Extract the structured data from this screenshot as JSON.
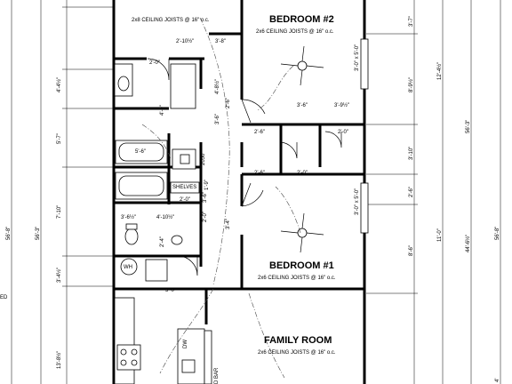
{
  "rooms": {
    "bedroom2": {
      "name": "BEDROOM #2",
      "joists": "2x6 CEILING JOISTS @ 16\" o.c."
    },
    "bedroom1": {
      "name": "BEDROOM #1",
      "joists": "2x6 CEILING JOISTS @ 16\" o.c."
    },
    "family": {
      "name": "FAMILY ROOM",
      "joists": "2x6 CEILING JOISTS @ 16\" o.c."
    },
    "top_left_joists": "2x8 CEILING JOISTS @ 16\" o.c."
  },
  "labels": {
    "shelves": "SHELVES",
    "wh": "WH",
    "dw": "DW",
    "bar": "D BAR",
    "fixture_2050": "2050",
    "window_1": "3'-0\" x 5'-0\"",
    "window_2": "3'-0\" x 5'-0\"",
    "edge_text": "ED"
  },
  "dims": {
    "d_2_10": "2'-10½\"",
    "d_3_8": "3'-8\"",
    "d_2_0a": "2'-0\"",
    "d_4_8": "4'-8½\"",
    "d_4_0": "4'-0\"",
    "d_2_6a": "2'-6\"",
    "d_3_6": "3'-6\"",
    "d_3_9": "3'-9½\"",
    "d_2_6b": "2'-6\"",
    "d_2_0b": "2'-0\"",
    "d_5_6": "5'-6\"",
    "d_3_6b": "3'-6\"",
    "d_1_9": "1'-9\"",
    "d_2_6c": "2'-6\"",
    "d_2_0c": "2'-0\"",
    "d_2_0d": "2'-0\"",
    "d_3_6c": "3'-6½\"",
    "d_4_10": "4'-10½\"",
    "d_2_4": "2'-4\"",
    "d_2_0e": "2'-0\"",
    "d_5_0": "5'-0\"",
    "d_3_6d": "3'-6\"",
    "d_3_4": "3'-4\"",
    "l_4_4": "4'-4½\"",
    "l_5_7": "5'-7\"",
    "l_7_10": "7'-10\"",
    "l_3_4": "3'-4½\"",
    "l_13_8": "13'-8½\"",
    "l_56_3": "56'-3\"",
    "l_56_8": "56'-8\"",
    "r_3_7": "3'-7\"",
    "r_8_9": "8'-9½\"",
    "r_12_4": "12'-4½\"",
    "r_3_10": "3'-10\"",
    "r_2_6": "2'-6\"",
    "r_8_6": "8'-6\"",
    "r_11_0": "11'-0\"",
    "r_44_6": "44'-6½\"",
    "r_56_3": "56'-3\"",
    "r_56_8": "56'-8\"",
    "r_4": "4'"
  }
}
